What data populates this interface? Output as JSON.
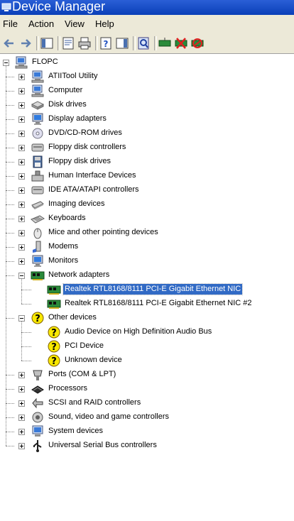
{
  "window": {
    "title": "Device Manager"
  },
  "menu": [
    "File",
    "Action",
    "View",
    "Help"
  ],
  "toolbar": [
    "back-icon",
    "forward-icon",
    "|",
    "show-hide-console-tree-icon",
    "|",
    "properties-icon",
    "print-icon",
    "|",
    "help-icon",
    "show-hide-action-pane-icon",
    "|",
    "scan-hardware-changes-icon",
    "|",
    "update-driver-icon",
    "uninstall-icon",
    "disable-icon"
  ],
  "tree": [
    {
      "level": 0,
      "label": "FLOPC",
      "icon": "computer-icon",
      "expander": "minus"
    },
    {
      "level": 1,
      "label": "ATIITool Utility",
      "icon": "computer-icon",
      "expander": "plus"
    },
    {
      "level": 1,
      "label": "Computer",
      "icon": "computer-icon",
      "expander": "plus"
    },
    {
      "level": 1,
      "label": "Disk drives",
      "icon": "disk-icon",
      "expander": "plus"
    },
    {
      "level": 1,
      "label": "Display adapters",
      "icon": "display-icon",
      "expander": "plus"
    },
    {
      "level": 1,
      "label": "DVD/CD-ROM drives",
      "icon": "cdrom-icon",
      "expander": "plus"
    },
    {
      "level": 1,
      "label": "Floppy disk controllers",
      "icon": "controller-icon",
      "expander": "plus"
    },
    {
      "level": 1,
      "label": "Floppy disk drives",
      "icon": "floppy-icon",
      "expander": "plus"
    },
    {
      "level": 1,
      "label": "Human Interface Devices",
      "icon": "hid-icon",
      "expander": "plus"
    },
    {
      "level": 1,
      "label": "IDE ATA/ATAPI controllers",
      "icon": "controller-icon",
      "expander": "plus"
    },
    {
      "level": 1,
      "label": "Imaging devices",
      "icon": "scanner-icon",
      "expander": "plus"
    },
    {
      "level": 1,
      "label": "Keyboards",
      "icon": "keyboard-icon",
      "expander": "plus"
    },
    {
      "level": 1,
      "label": "Mice and other pointing devices",
      "icon": "mouse-icon",
      "expander": "plus"
    },
    {
      "level": 1,
      "label": "Modems",
      "icon": "modem-icon",
      "expander": "plus"
    },
    {
      "level": 1,
      "label": "Monitors",
      "icon": "display-icon",
      "expander": "plus"
    },
    {
      "level": 1,
      "label": "Network adapters",
      "icon": "network-card-icon",
      "expander": "minus"
    },
    {
      "level": 2,
      "label": "Realtek RTL8168/8111 PCI-E Gigabit Ethernet NIC",
      "icon": "network-card-icon",
      "selected": true
    },
    {
      "level": 2,
      "label": "Realtek RTL8168/8111 PCI-E Gigabit Ethernet NIC #2",
      "icon": "network-card-icon"
    },
    {
      "level": 1,
      "label": "Other devices",
      "icon": "unknown-device-icon",
      "expander": "minus"
    },
    {
      "level": 2,
      "label": "Audio Device on High Definition Audio Bus",
      "icon": "unknown-device-icon"
    },
    {
      "level": 2,
      "label": "PCI Device",
      "icon": "unknown-device-icon"
    },
    {
      "level": 2,
      "label": "Unknown device",
      "icon": "unknown-device-icon"
    },
    {
      "level": 1,
      "label": "Ports (COM & LPT)",
      "icon": "port-icon",
      "expander": "plus"
    },
    {
      "level": 1,
      "label": "Processors",
      "icon": "processor-icon",
      "expander": "plus"
    },
    {
      "level": 1,
      "label": "SCSI and RAID controllers",
      "icon": "scsi-icon",
      "expander": "plus"
    },
    {
      "level": 1,
      "label": "Sound, video and game controllers",
      "icon": "sound-icon",
      "expander": "plus"
    },
    {
      "level": 1,
      "label": "System devices",
      "icon": "system-icon",
      "expander": "plus"
    },
    {
      "level": 1,
      "label": "Universal Serial Bus controllers",
      "icon": "usb-icon",
      "expander": "plus"
    }
  ]
}
